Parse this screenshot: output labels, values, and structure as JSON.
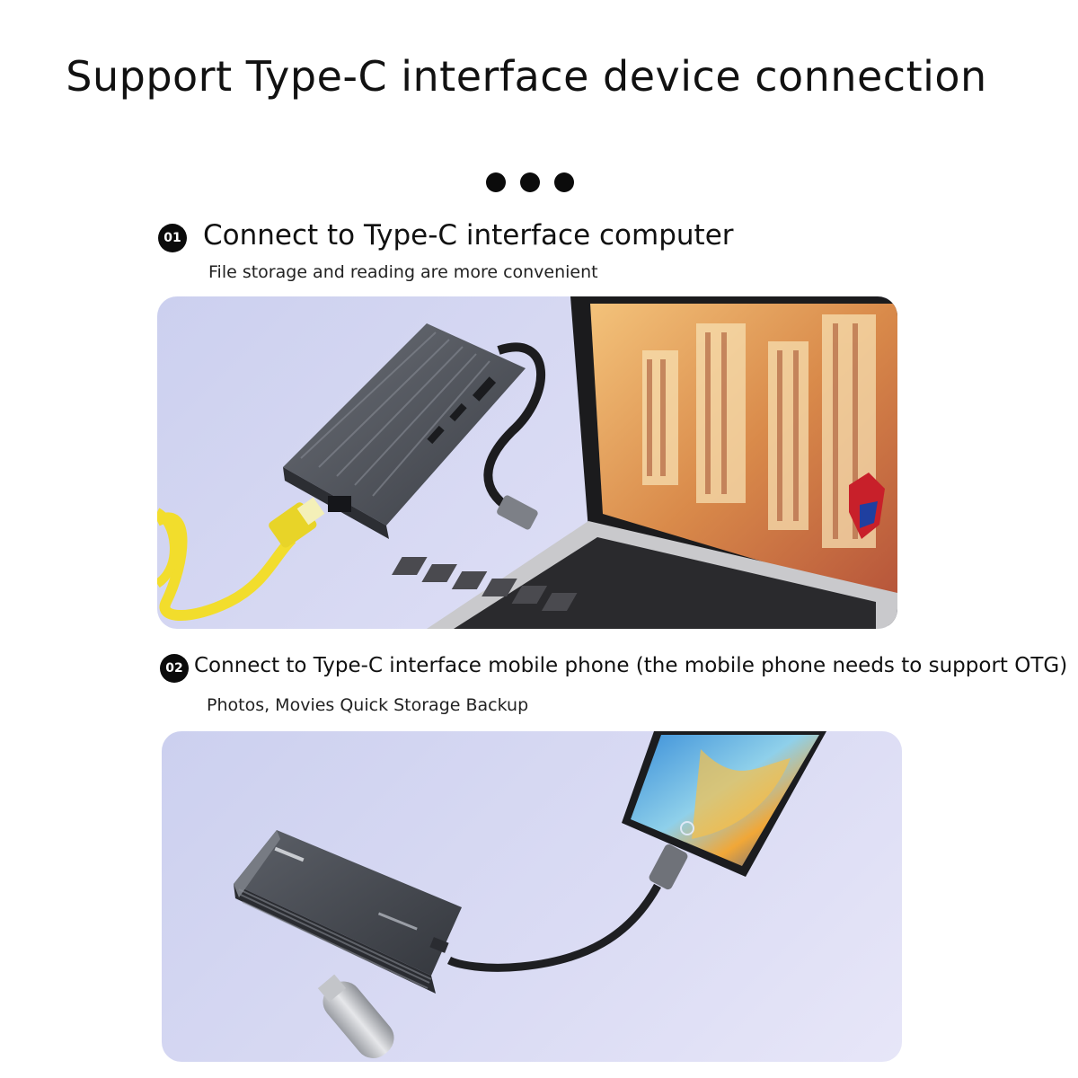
{
  "title": "Support Type-C interface device connection",
  "steps": [
    {
      "badge": "01",
      "heading": "Connect to Type-C interface computer",
      "subtitle": "File storage and reading are more convenient",
      "image_icon": "laptop-hub-ethernet-illustration"
    },
    {
      "badge": "02",
      "heading": "Connect to Type-C interface mobile phone (the mobile phone needs to support OTG)",
      "subtitle": "Photos, Movies Quick Storage Backup",
      "image_icon": "phone-hub-usb-drive-illustration"
    }
  ],
  "colors": {
    "panel_bg": "#d2d4f1",
    "hub_body": "#4a4d54",
    "ethernet_cable": "#f2dd2c",
    "dots": "#0b0b0b"
  }
}
